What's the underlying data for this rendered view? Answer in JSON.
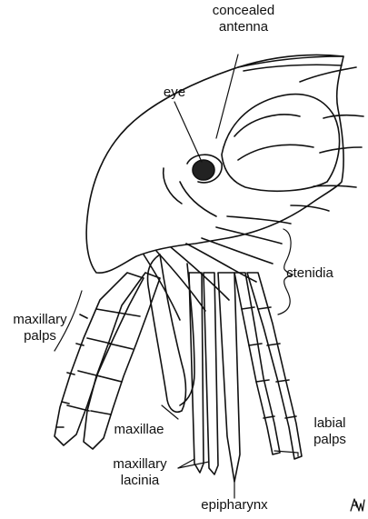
{
  "labels": {
    "concealed": "concealed",
    "antenna": "antenna",
    "eye": "eye",
    "ctenidia": "ctenidia",
    "maxillary_palps_1": "maxillary",
    "maxillary_palps_2": "palps",
    "maxillae": "maxillae",
    "labial_palps_1": "labial",
    "labial_palps_2": "palps",
    "maxillary_lacinia_1": "maxillary",
    "maxillary_lacinia_2": "lacinia",
    "epipharynx": "epipharynx"
  },
  "signature": "AW"
}
